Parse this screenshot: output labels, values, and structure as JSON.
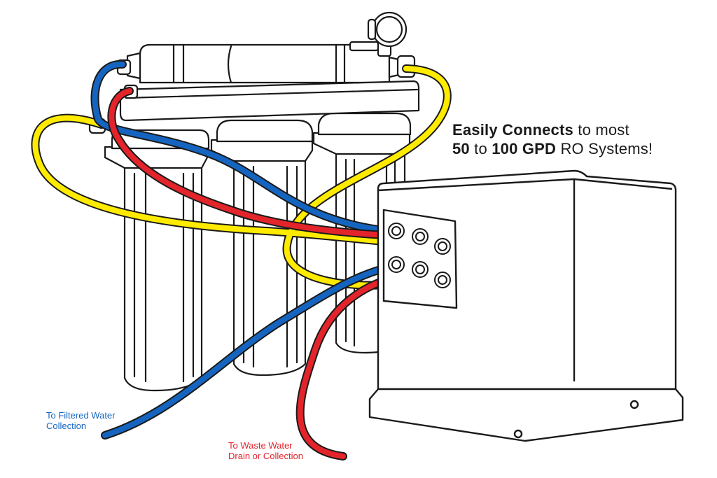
{
  "headline": {
    "line1_bold": "Easily Connects",
    "line1_rest": " to most",
    "line2_bold_a": "50",
    "line2_mid": " to ",
    "line2_bold_b": "100 GPD",
    "line2_rest": " RO Systems!"
  },
  "callouts": {
    "filtered": {
      "line1": "To Filtered Water",
      "line2": "Collection"
    },
    "waste": {
      "line1": "To Waste Water",
      "line2": "Drain or Collection"
    }
  },
  "colors": {
    "tube_blue": "#1565c0",
    "tube_red": "#e3242b",
    "tube_yellow": "#ffeb00",
    "outline": "#1a1a1a"
  },
  "icons": [
    "ro-filter-housing-icon",
    "pressure-gauge-icon",
    "pump-box-icon",
    "tube-fitting-icon"
  ]
}
